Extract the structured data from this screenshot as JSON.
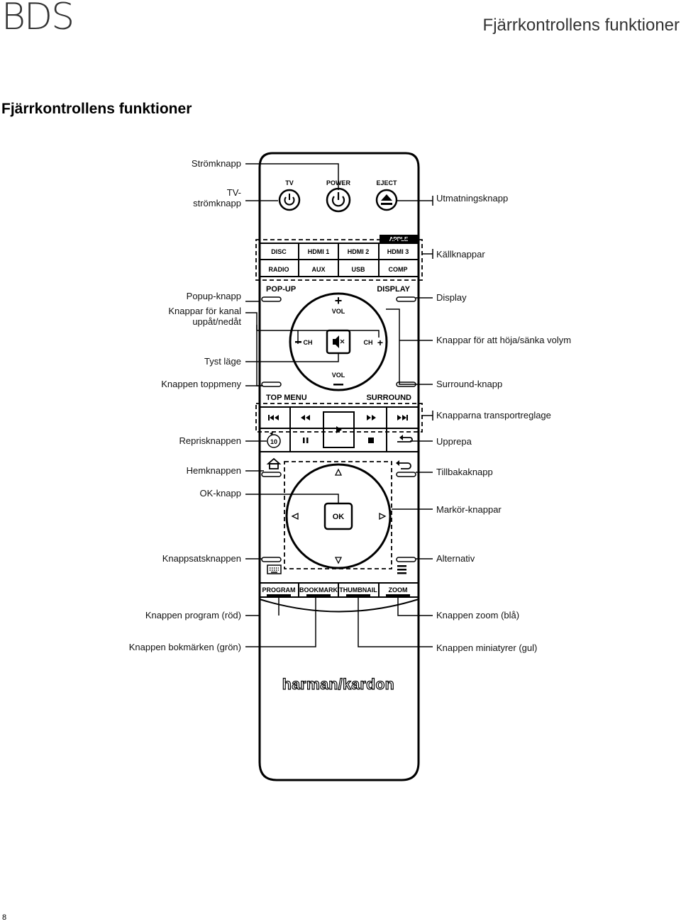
{
  "header": {
    "brand": "BDS",
    "title": "Fjärrkontrollens funktioner"
  },
  "section_title": "Fjärrkontrollens funktioner",
  "page_number": "8",
  "callouts_left": {
    "power": "Strömknapp",
    "tv_power_1": "TV-",
    "tv_power_2": "strömknapp",
    "popup": "Popup-knapp",
    "channel_1": "Knappar för kanal",
    "channel_2": "uppåt/nedåt",
    "mute": "Tyst läge",
    "top_menu": "Knappen toppmeny",
    "replay": "Reprisknappen",
    "home": "Hemknappen",
    "ok": "OK-knapp",
    "keypad": "Knappsatsknappen",
    "program": "Knappen program (röd)",
    "bookmark": "Knappen bokmärken (grön)"
  },
  "callouts_right": {
    "eject": "Utmatningsknapp",
    "source": "Källknappar",
    "display": "Display",
    "volume": "Knappar för att höja/sänka volym",
    "surround": "Surround-knapp",
    "transport": "Knapparna transportreglage",
    "repeat": "Upprepa",
    "back": "Tillbakaknapp",
    "cursor": "Markör-knappar",
    "options": "Alternativ",
    "zoom": "Knappen zoom (blå)",
    "thumbnail": "Knappen miniatyrer (gul)"
  },
  "remote": {
    "top_buttons": {
      "tv": "TV",
      "power": "POWER",
      "eject": "EJECT"
    },
    "source_tag": "APPLE",
    "sources_row1": [
      "DISC",
      "HDMI 1",
      "HDMI 2",
      "HDMI 3"
    ],
    "sources_row2": [
      "RADIO",
      "AUX",
      "USB",
      "COMP"
    ],
    "popup": "POP-UP",
    "display": "DISPLAY",
    "vol_top": "VOL",
    "vol_bottom": "VOL",
    "ch_left": "CH",
    "ch_right": "CH",
    "top_menu": "TOP MENU",
    "surround": "SURROUND",
    "replay_num": "10",
    "ok": "OK",
    "bottom_row": [
      "PROGRAM",
      "BOOKMARK",
      "THUMBNAIL",
      "ZOOM"
    ],
    "logo": "harman/kardon"
  }
}
